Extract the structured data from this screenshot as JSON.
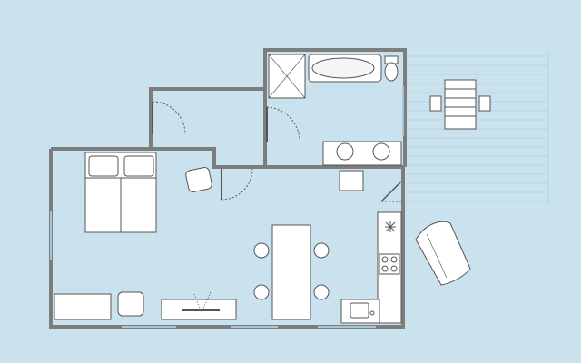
{
  "plan": {
    "colors": {
      "background": "#c9e2ee",
      "wall": "#7d7d7d",
      "fixture_stroke": "#555555",
      "fixture_fill": "#ffffff",
      "window": "#a8c6d6"
    },
    "rooms": [
      {
        "name": "bedroom-living"
      },
      {
        "name": "bathroom"
      },
      {
        "name": "entry"
      },
      {
        "name": "kitchen"
      },
      {
        "name": "terrace"
      }
    ],
    "furniture": [
      "double-bed",
      "pillow",
      "pillow",
      "armchair",
      "armchair",
      "dining-table",
      "stool",
      "stool",
      "stool",
      "stool",
      "sofa",
      "tv-bench",
      "bathtub",
      "shower",
      "toilet",
      "double-sink",
      "kitchen-counter",
      "stove",
      "kitchen-sink",
      "cube-side-table",
      "terrace-table",
      "terrace-chair",
      "terrace-chair",
      "lounge-bench"
    ]
  }
}
